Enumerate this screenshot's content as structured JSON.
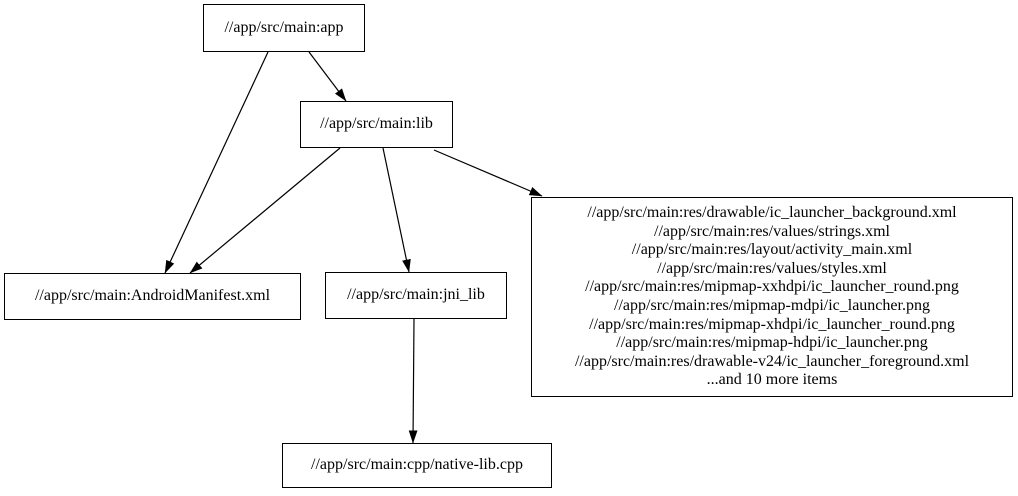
{
  "diagram": {
    "type": "dependency-graph",
    "background_color": "#ffffff",
    "node_border_color": "#000000",
    "edge_color": "#000000",
    "text_color": "#000000",
    "nodes": {
      "app": {
        "label": "//app/src/main:app"
      },
      "lib": {
        "label": "//app/src/main:lib"
      },
      "android_manifest": {
        "label": "//app/src/main:AndroidManifest.xml"
      },
      "jni_lib": {
        "label": "//app/src/main:jni_lib"
      },
      "resources": {
        "lines": [
          "//app/src/main:res/drawable/ic_launcher_background.xml",
          "//app/src/main:res/values/strings.xml",
          "//app/src/main:res/layout/activity_main.xml",
          "//app/src/main:res/values/styles.xml",
          "//app/src/main:res/mipmap-xxhdpi/ic_launcher_round.png",
          "//app/src/main:res/mipmap-mdpi/ic_launcher.png",
          "//app/src/main:res/mipmap-xhdpi/ic_launcher_round.png",
          "//app/src/main:res/mipmap-hdpi/ic_launcher.png",
          "//app/src/main:res/drawable-v24/ic_launcher_foreground.xml",
          "...and 10 more items"
        ]
      },
      "native_lib_cpp": {
        "label": "//app/src/main:cpp/native-lib.cpp"
      }
    },
    "edges": [
      {
        "from": "app",
        "to": "lib"
      },
      {
        "from": "app",
        "to": "android_manifest"
      },
      {
        "from": "lib",
        "to": "android_manifest"
      },
      {
        "from": "lib",
        "to": "jni_lib"
      },
      {
        "from": "lib",
        "to": "resources"
      },
      {
        "from": "jni_lib",
        "to": "native_lib_cpp"
      }
    ]
  }
}
